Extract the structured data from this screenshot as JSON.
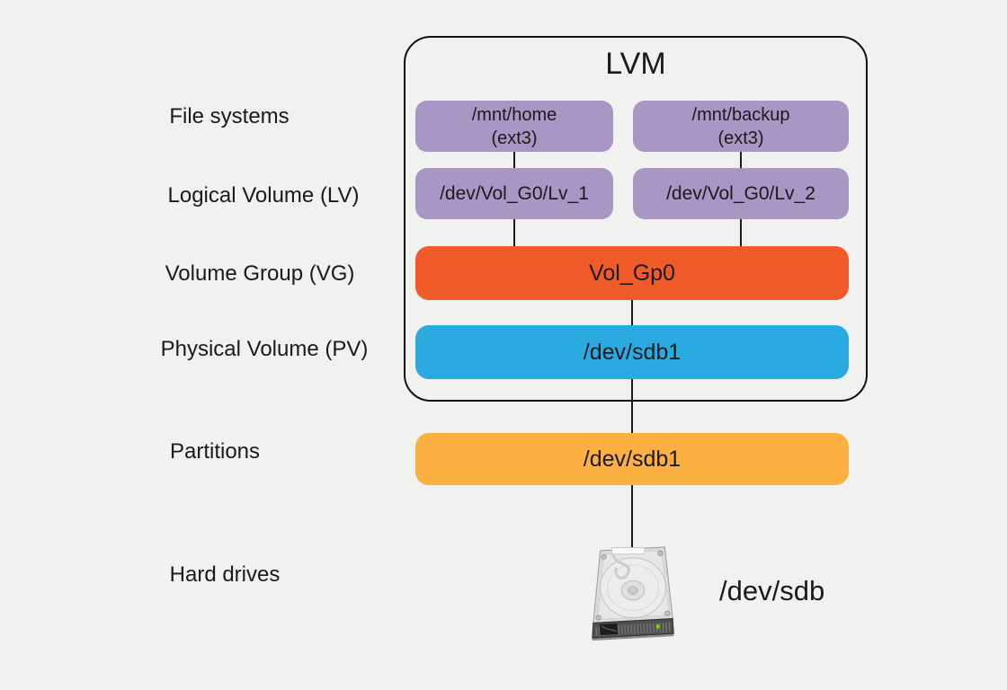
{
  "colors": {
    "background": "#f1f1ef",
    "file_system_box": "#a996c5",
    "logical_volume_box": "#a996c5",
    "volume_group_box": "#f15a29",
    "physical_volume_box": "#29abe2",
    "partition_box": "#fbb041",
    "outline": "#111111",
    "text": "#1a1a1a",
    "led": "#8cd211"
  },
  "row_labels": {
    "file_systems": "File systems",
    "logical_volume": "Logical Volume (LV)",
    "volume_group": "Volume Group (VG)",
    "physical_volume": "Physical Volume (PV)",
    "partitions": "Partitions",
    "hard_drives": "Hard drives"
  },
  "lvm": {
    "title": "LVM",
    "file_systems": [
      {
        "mount": "/mnt/home",
        "type": "(ext3)"
      },
      {
        "mount": "/mnt/backup",
        "type": "(ext3)"
      }
    ],
    "logical_volumes": [
      "/dev/Vol_G0/Lv_1",
      "/dev/Vol_G0/Lv_2"
    ],
    "volume_group": "Vol_Gp0",
    "physical_volume": "/dev/sdb1"
  },
  "partition": "/dev/sdb1",
  "hard_drive": {
    "icon": "hard-disk-icon",
    "label": "/dev/sdb"
  }
}
